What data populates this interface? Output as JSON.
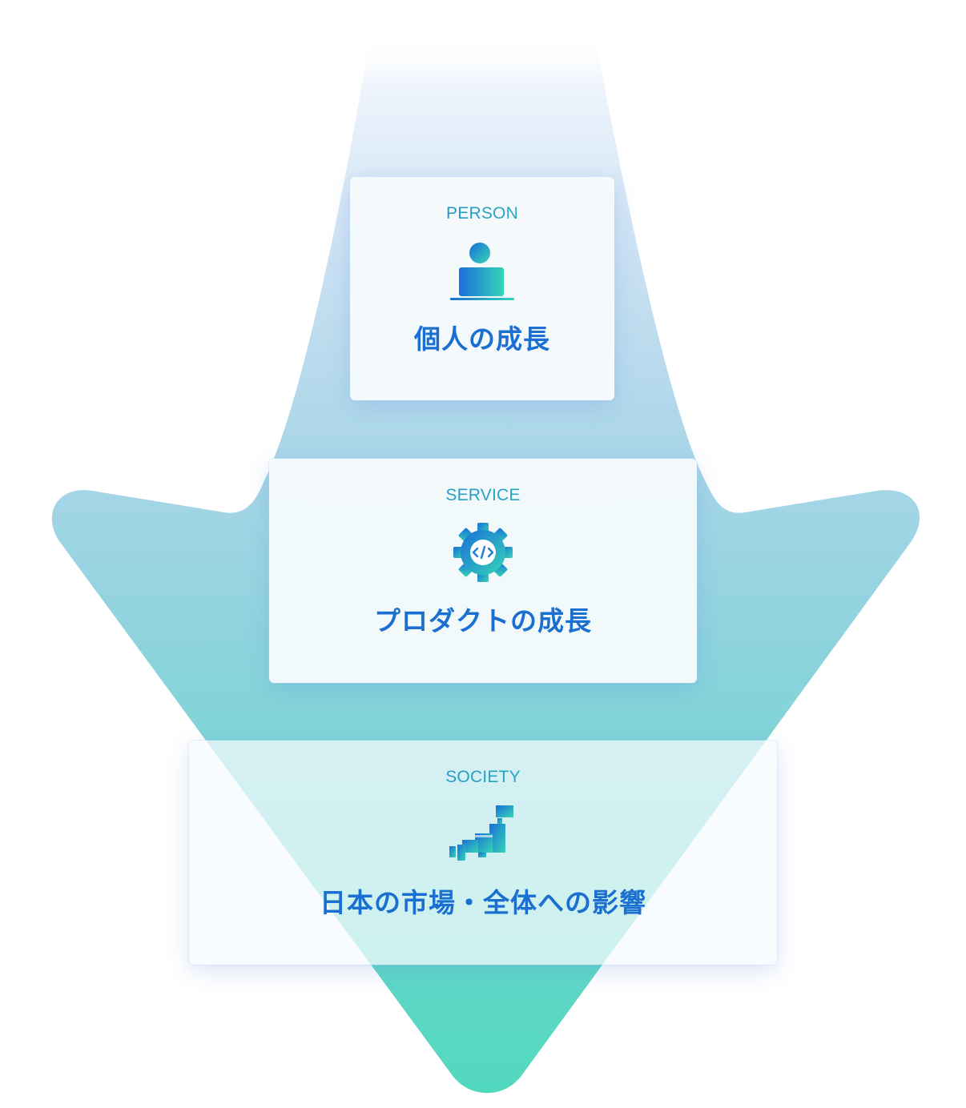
{
  "colors": {
    "accent_blue": "#1a6fd0",
    "accent_teal": "#2fc1b0",
    "arrow_top": "#e6f0fb",
    "arrow_bottom": "#56d8c0"
  },
  "cards": [
    {
      "label": "PERSON",
      "title": "個人の成長",
      "icon": "person-at-laptop-icon"
    },
    {
      "label": "SERVICE",
      "title": "プロダクトの成長",
      "icon": "code-gear-icon"
    },
    {
      "label": "SOCIETY",
      "title": "日本の市場・全体への影響",
      "icon": "japan-map-icon"
    }
  ]
}
